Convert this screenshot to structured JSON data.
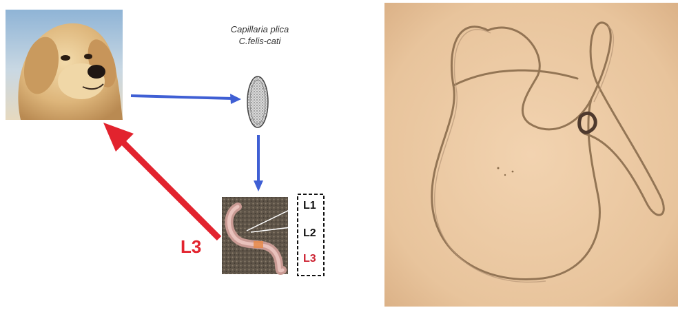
{
  "diagram": {
    "species_line1": "Capillaria plica",
    "species_line2": "C.felis-cati",
    "l3_arrow_label": "L3",
    "stages": [
      "L1",
      "L2",
      "L3"
    ],
    "colors": {
      "transmission_arrow": "#e2232e",
      "flow_arrow": "#3f5fd4",
      "l3_text": "#cc2030"
    },
    "icons": [
      "dog-host",
      "egg",
      "earthworm-host",
      "adult-worm-micrograph"
    ]
  }
}
